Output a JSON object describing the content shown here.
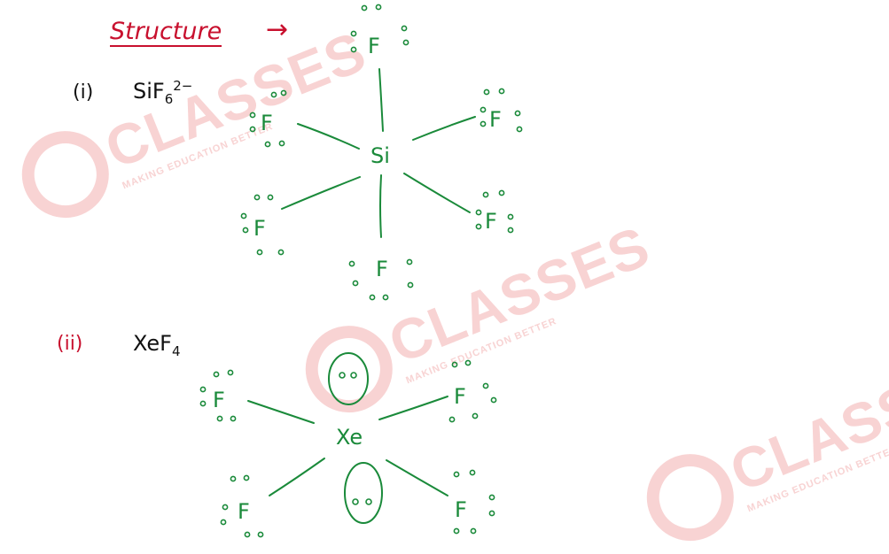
{
  "watermark": {
    "word": "CLASSES",
    "tagline": "MAKING EDUCATION BETTER"
  },
  "heading": {
    "text": "Structure",
    "arrow": "→"
  },
  "item1": {
    "number": "(i)",
    "formula_base": "SiF",
    "formula_subscript": "6",
    "formula_charge": "2−",
    "center_atom": "Si",
    "ligand": "F"
  },
  "item2": {
    "number": "(ii)",
    "formula_base": "XeF",
    "formula_subscript": "4",
    "center_atom": "Xe",
    "ligand": "F"
  },
  "colors": {
    "heading": "#c8102e",
    "formula": "#111111",
    "structure": "#1a8a3a",
    "watermark": "#f8d3d3"
  }
}
